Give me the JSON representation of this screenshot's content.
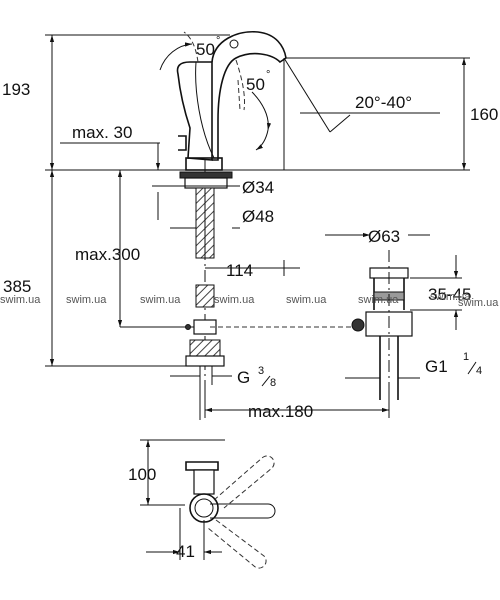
{
  "dimensions": {
    "height_total_top": "193",
    "angle_lever_1": "50",
    "angle_lever_2": "50",
    "height_spout": "160",
    "spout_swivel": "20°-40°",
    "max_deck": "max. 30",
    "dia_34": "Ø34",
    "dia_48": "Ø48",
    "max_300": "max.300",
    "dia_63": "Ø63",
    "reach_114": "114",
    "height_385": "385",
    "popup_range": "35-45",
    "thread_g38_base": "G",
    "thread_g38_num": "3",
    "thread_g38_den": "8",
    "thread_g114_base": "G1",
    "thread_g114_num": "1",
    "thread_g114_den": "4",
    "max_180": "max.180",
    "plan_100": "100",
    "plan_41": "41",
    "degree_sign": "°"
  },
  "watermarks": [
    "swim.ua",
    "swim.ua",
    "swim.ua",
    "swim.ua",
    "swim.ua",
    "swim.ua",
    "swim.ua",
    "swim.ua"
  ]
}
